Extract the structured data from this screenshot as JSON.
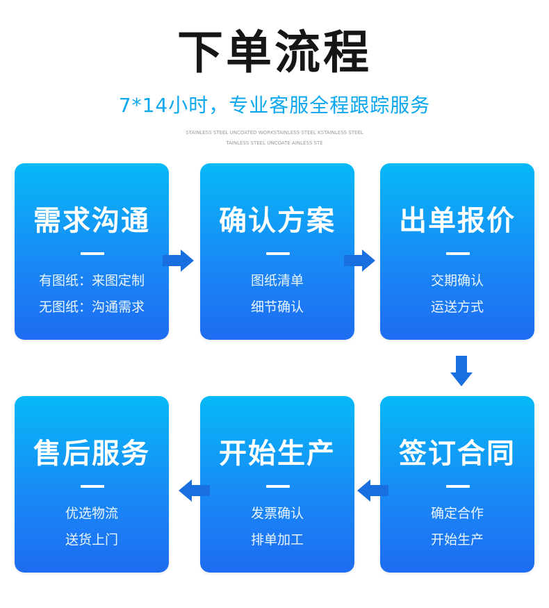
{
  "header": {
    "title": "下单流程",
    "subtitle": "7*14小时，专业客服全程跟踪服务",
    "decor_line1": "STAINLESS STEEL UNCOATED WORKSTAINLESS STEEL KSTAINLESS STEEL",
    "decor_line2": "TAINLESS STEEL UNCOATE AINLESS STE"
  },
  "steps": [
    {
      "title": "需求沟通",
      "line1": "有图纸：来图定制",
      "line2": "无图纸：沟通需求"
    },
    {
      "title": "确认方案",
      "line1": "图纸清单",
      "line2": "细节确认"
    },
    {
      "title": "出单报价",
      "line1": "交期确认",
      "line2": "运送方式"
    },
    {
      "title": "售后服务",
      "line1": "优选物流",
      "line2": "送货上门"
    },
    {
      "title": "开始生产",
      "line1": "发票确认",
      "line2": "排单加工"
    },
    {
      "title": "签订合同",
      "line1": "确定合作",
      "line2": "开始生产"
    }
  ],
  "colors": {
    "card_top": "#06b9f7",
    "card_bottom": "#1e6cf2",
    "arrow": "#1a6fe0",
    "subtitle": "#0aa6ee",
    "title": "#161616"
  },
  "icons": {
    "arrow_right": "arrow-right-icon",
    "arrow_down": "arrow-down-icon",
    "arrow_left": "arrow-left-icon"
  }
}
